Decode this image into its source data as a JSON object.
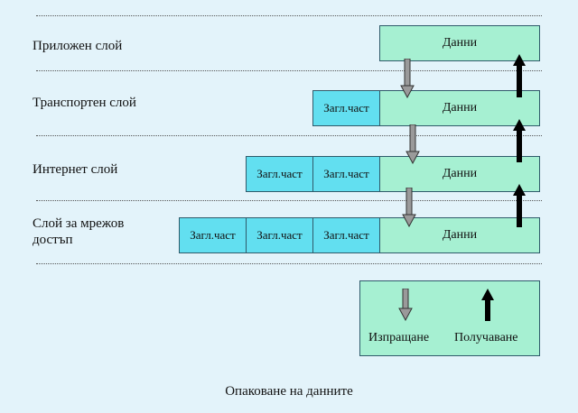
{
  "layers": [
    {
      "label": "Приложен слой"
    },
    {
      "label": "Транспортен слой"
    },
    {
      "label": "Интернет слой"
    },
    {
      "label": "Слой за мрежов достъп"
    }
  ],
  "data_label": "Данни",
  "header_label": "Загл.част",
  "legend": {
    "send_label": "Изпращане",
    "receive_label": "Получаване"
  },
  "caption": "Опаковане на данните",
  "colors": {
    "background": "#e3f3fa",
    "data_box": "#a6f0d2",
    "header_box": "#62dff0",
    "send_arrow": "#9a9a9a",
    "receive_arrow": "#000000"
  }
}
